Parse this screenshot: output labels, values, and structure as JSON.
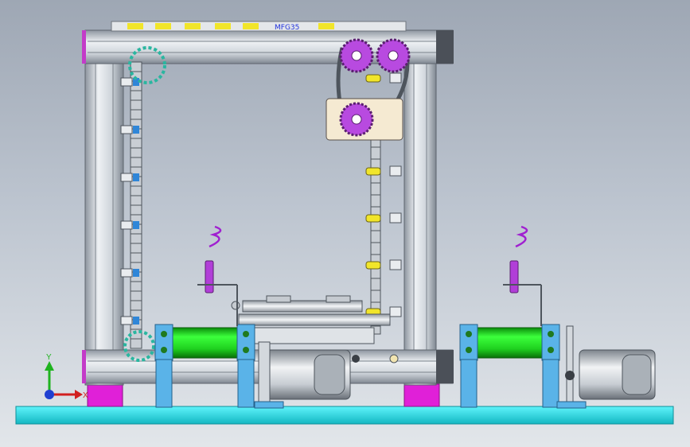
{
  "viewport": {
    "label": ""
  },
  "axes": {
    "x_label": "X",
    "y_label": "Y"
  },
  "top_label": "MFG35",
  "colors": {
    "frame": "#d7dce2",
    "frame_dark": "#8c949e",
    "sprocket": "#b84ae0",
    "cylinder": "#22e022",
    "bracket": "#5ab3e8",
    "base": "#22d6e0",
    "magenta": "#e020d8",
    "yellow": "#f1e52a",
    "motor": "#d9dde2"
  }
}
